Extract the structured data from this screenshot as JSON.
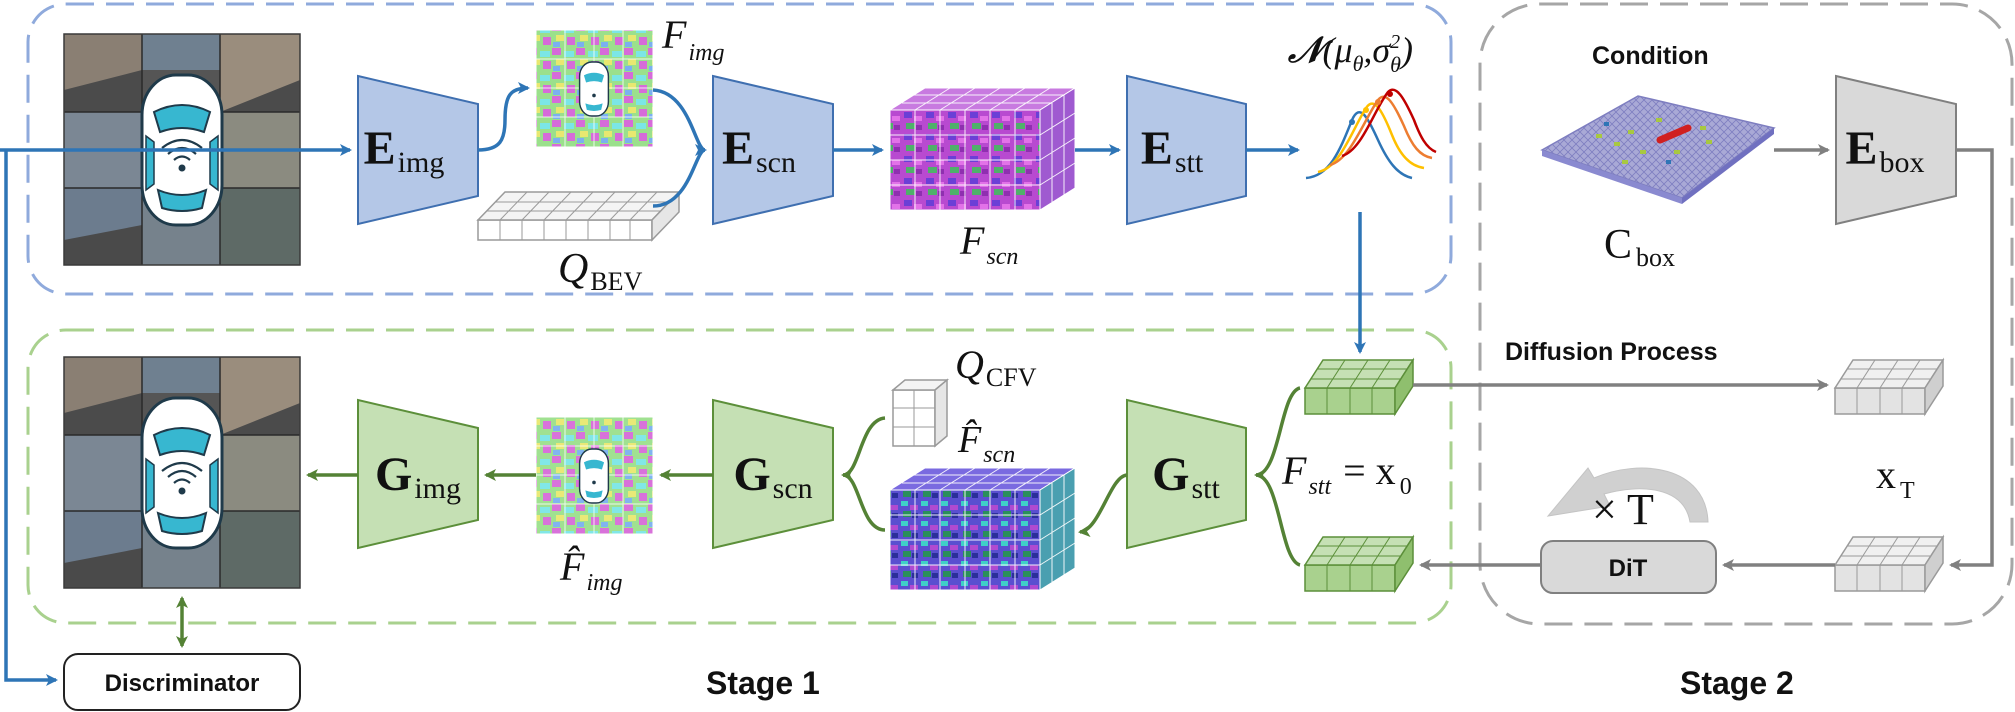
{
  "stage1": {
    "label": "Stage 1"
  },
  "stage2": {
    "label": "Stage 2"
  },
  "encoders": {
    "img": {
      "main": "E",
      "sub": "img"
    },
    "scn": {
      "main": "E",
      "sub": "scn"
    },
    "stt": {
      "main": "E",
      "sub": "stt"
    },
    "box": {
      "main": "E",
      "sub": "box"
    }
  },
  "generators": {
    "img": {
      "main": "G",
      "sub": "img"
    },
    "scn": {
      "main": "G",
      "sub": "scn"
    },
    "stt": {
      "main": "G",
      "sub": "stt"
    }
  },
  "features": {
    "f_img": {
      "main": "F",
      "sub": "img"
    },
    "q_bev": {
      "main": "Q",
      "sub": "BEV"
    },
    "f_scn": {
      "main": "F",
      "sub": "scn"
    },
    "gaussian": {
      "main": "𝒩",
      "args": "(μ",
      "theta1": "θ",
      "comma": ",σ",
      "sup2": "2",
      "theta2": "θ",
      "close": ")"
    },
    "q_cfv": {
      "main": "Q",
      "sub": "CFV"
    },
    "f_scn_hat": {
      "main": "F̂",
      "sub": "scn"
    },
    "f_img_hat": {
      "main": "F̂",
      "sub": "img"
    },
    "f_stt": {
      "main": "F",
      "sub": "stt",
      "eq": "= x",
      "eqsub": "0"
    },
    "x_t": {
      "main": "x",
      "sub": "T"
    },
    "times_t": "× T"
  },
  "condition": {
    "title": "Condition",
    "c_main": "C",
    "c_sub": "box"
  },
  "diffusion": {
    "label": "Diffusion Process"
  },
  "dit": {
    "label": "DiT"
  },
  "discriminator": {
    "label": "Discriminator"
  },
  "colors": {
    "encoder_fill": "#b4c7e7",
    "encoder_stroke": "#3f6fb0",
    "generator_fill": "#c5e0b4",
    "generator_stroke": "#5c8f3a",
    "box_fill": "#d9d9d9",
    "box_stroke": "#808080",
    "blue_arrow": "#2e75b6",
    "green_arrow": "#548235",
    "gray_arrow": "#808080",
    "stage1_top_border": "#8faadc",
    "stage1_bottom_border": "#a9d18e",
    "stage2_border": "#a6a6a6"
  }
}
